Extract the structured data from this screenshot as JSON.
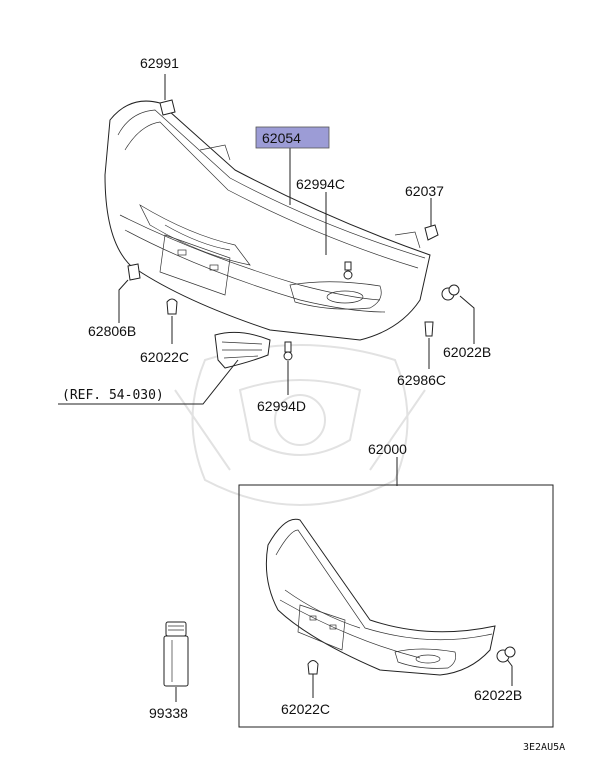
{
  "callouts": {
    "p62991": "62991",
    "p62054": "62054",
    "p62994C": "62994C",
    "p62037": "62037",
    "p62806B": "62806B",
    "p62022C_top": "62022C",
    "p62022B_top": "62022B",
    "p62986C": "62986C",
    "p62994D": "62994D",
    "p62000": "62000",
    "p62022C_box": "62022C",
    "p62022B_box": "62022B",
    "p99338": "99338"
  },
  "reference": "(REF. 54-030)",
  "diagram_code": "3E2AU5A",
  "highlight_color": "#9c9cd6"
}
